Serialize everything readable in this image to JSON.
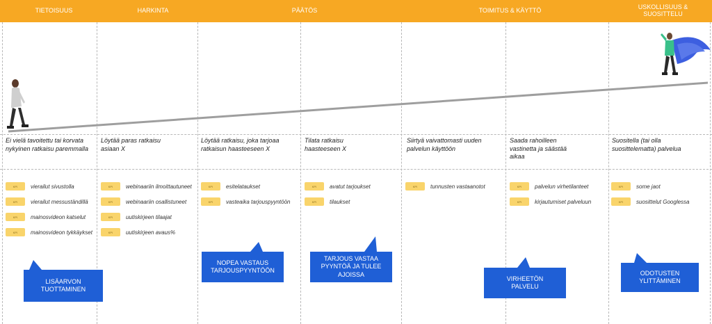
{
  "stages": [
    "TIETOISUUS",
    "HARKINTA",
    "PÄÄTÖS",
    "TOIMITUS & KÄYTTÖ",
    "USKOLLISUUS & SUOSITTELU"
  ],
  "goals": [
    "Ei vielä tavoitettu tai korvata nykyinen ratkaisu paremmalla",
    "Löytää paras ratkaisu asiaan  X",
    "Löytää ratkaisu, joka tarjoaa ratkaisun haasteeseen X",
    "Tilata ratkaisu haasteeseen X",
    "Siirtyä vaivattomasti uuden palvelun käyttöön",
    "Saada rahoilleen vastinetta ja säästää aikaa",
    "Suositella (tai olla suosittelematta) palvelua"
  ],
  "kpi_tag": "KPI",
  "kpis": [
    [
      "vierailut sivustolla",
      "vierailut messuständillä",
      "mainosvideon katselut",
      "mainosvideon tykkäykset"
    ],
    [
      "webinaariin ilmoittautuneet",
      "webinaariin osallistuneet",
      "uutiskirjeen tilaajat",
      "uutiskirjeen avaus%"
    ],
    [
      "esitelataukset",
      "vasteaika tarjouspyyntöön"
    ],
    [
      "avatut tarjoukset",
      "tilaukset"
    ],
    [
      "tunnusten vastaanotot"
    ],
    [
      "palvelun virhetilanteet",
      "kirjautumiset palveluun"
    ],
    [
      "some jaot",
      "suosittelut Googlessa"
    ]
  ],
  "callouts": [
    "LISÄARVON TUOTTAMINEN",
    "NOPEA VASTAUS TARJOUSPYYNTÖÖN",
    "TARJOUS VASTAA PYYNTÖÄ JA TULEE AJOISSA",
    "VIRHEETÖN PALVELU",
    "ODOTUSTEN YLITTÄMINEN"
  ],
  "colors": {
    "stage": "#f7a823",
    "kpi": "#f9d46b",
    "callout": "#1f5fd6",
    "path": "#9e9e9e"
  },
  "icons": [
    "walking-person-illustration",
    "superhero-illustration"
  ]
}
